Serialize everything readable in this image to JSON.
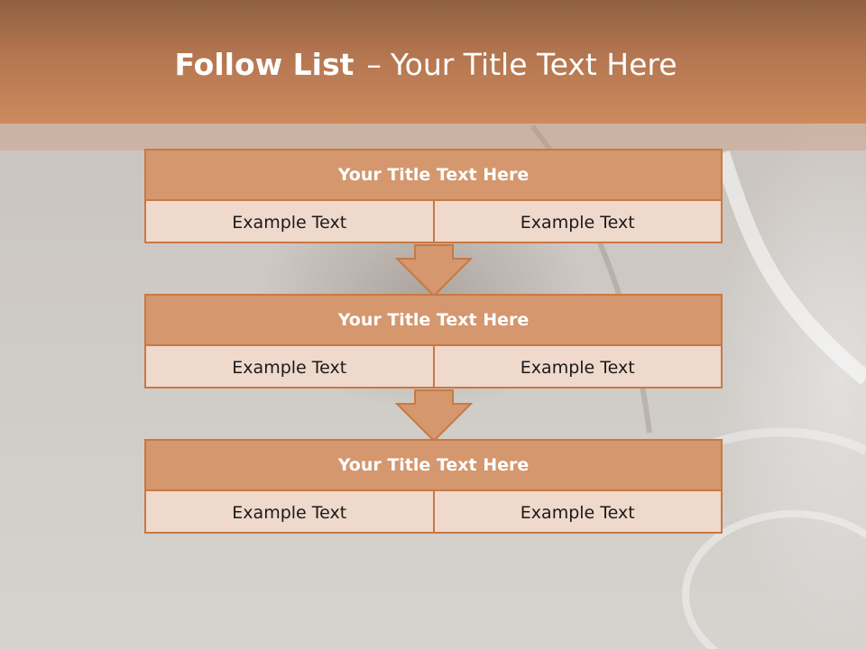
{
  "header": {
    "title_bold": "Follow List",
    "separator": "–",
    "title_rest": "Your Title Text Here"
  },
  "steps": [
    {
      "title": "Your Title Text Here",
      "left": "Example Text",
      "right": "Example Text"
    },
    {
      "title": "Your Title Text Here",
      "left": "Example Text",
      "right": "Example Text"
    },
    {
      "title": "Your Title Text Here",
      "left": "Example Text",
      "right": "Example Text"
    }
  ],
  "colors": {
    "header": "#b47650",
    "card_head": "#d4976e",
    "card_body": "#efd8cc",
    "border": "#c97842"
  },
  "arrows": [
    "down-arrow-icon",
    "down-arrow-icon"
  ]
}
